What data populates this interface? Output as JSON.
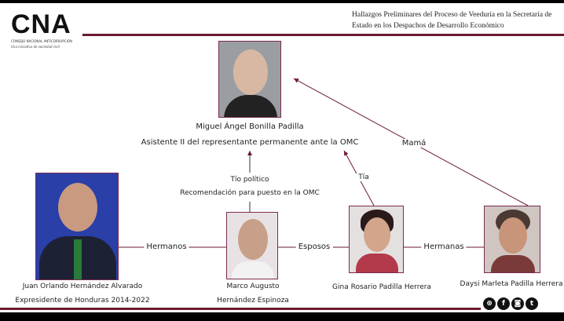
{
  "header": {
    "logo": "CNA",
    "logo_subtitle": "CONSEJO NACIONAL ANTICORRUPCIÓN",
    "logo_tagline": "Una iniciativa de sociedad civil",
    "title_line1": "Hallazgos Preliminares del Proceso de Veeduría en la Secretaría de",
    "title_line2": "Estado en los Despachos de Desarrollo Económico"
  },
  "people": {
    "main": {
      "name": "Miguel Ángel Bonilla Padilla",
      "role": "Asistente  II del representante permanente ante la OMC"
    },
    "joh": {
      "name": "Juan Orlando Hernández Alvarado",
      "role": "Expresidente de Honduras 2014-2022"
    },
    "marco": {
      "name_line1": "Marco Augusto",
      "name_line2": "Hernández Espinoza"
    },
    "gina": {
      "name": "Gina Rosario Padilla Herrera"
    },
    "daysi": {
      "name": "Daysi Marleta Padilla Herrera"
    }
  },
  "relations": {
    "tio_politico": "Tío político",
    "recomendacion": "Recomendación para puesto en la OMC",
    "tia": "Tía",
    "mama": "Mamá",
    "hermanos": "Hermanos",
    "esposos": "Esposos",
    "hermanas": "Hermanas"
  },
  "social_icons": [
    "globe-icon",
    "facebook-icon",
    "instagram-icon",
    "twitter-icon"
  ]
}
